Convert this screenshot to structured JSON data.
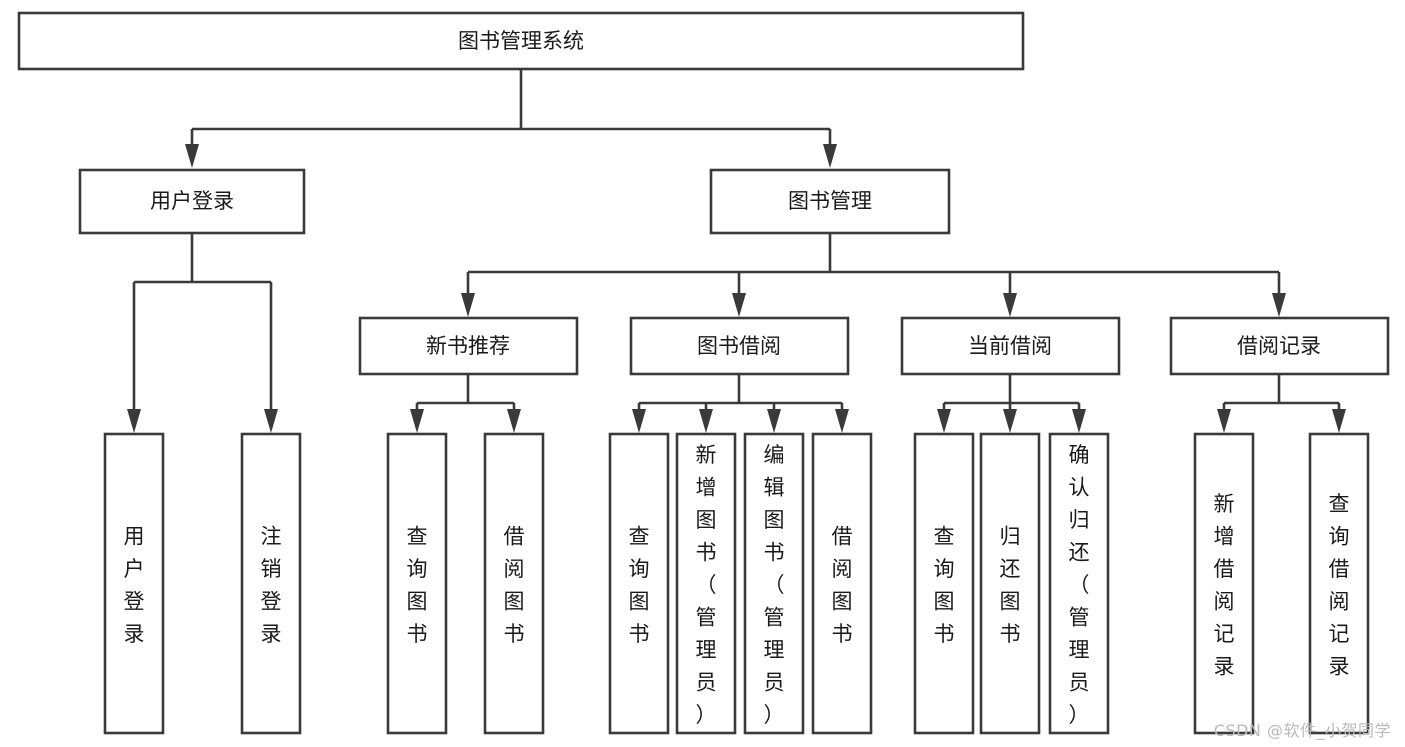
{
  "diagram": {
    "title": "图书管理系统",
    "type": "tree-hierarchy-chart",
    "watermark": "CSDN @软件_小贺同学",
    "colors": {
      "stroke": "#3a3a3a",
      "fill": "#ffffff",
      "text": "#1a1a1a",
      "watermark": "#b9b9b9",
      "background": "#ffffff"
    },
    "nodes": {
      "root": {
        "label": "图书管理系统"
      },
      "level2": [
        {
          "id": "user-login",
          "label": "用户登录"
        },
        {
          "id": "book-manage",
          "label": "图书管理"
        }
      ],
      "level3": [
        {
          "id": "new-book-recommend",
          "label": "新书推荐"
        },
        {
          "id": "book-borrow",
          "label": "图书借阅"
        },
        {
          "id": "current-borrow",
          "label": "当前借阅"
        },
        {
          "id": "borrow-record",
          "label": "借阅记录"
        }
      ],
      "leaves": {
        "user-login": [
          {
            "id": "leaf-user-login",
            "label": "用户登录"
          },
          {
            "id": "leaf-logout-login",
            "label": "注销登录"
          }
        ],
        "new-book-recommend": [
          {
            "id": "leaf-query-book-1",
            "label": "查询图书"
          },
          {
            "id": "leaf-borrow-book-1",
            "label": "借阅图书"
          }
        ],
        "book-borrow": [
          {
            "id": "leaf-query-book-2",
            "label": "查询图书"
          },
          {
            "id": "leaf-add-book",
            "label": "新增图书（管理员）"
          },
          {
            "id": "leaf-edit-book",
            "label": "编辑图书（管理员）"
          },
          {
            "id": "leaf-borrow-book-2",
            "label": "借阅图书"
          }
        ],
        "current-borrow": [
          {
            "id": "leaf-query-book-3",
            "label": "查询图书"
          },
          {
            "id": "leaf-return-book",
            "label": "归还图书"
          },
          {
            "id": "leaf-confirm-return",
            "label": "确认归还（管理员）"
          }
        ],
        "borrow-record": [
          {
            "id": "leaf-add-record",
            "label": "新增借阅记录"
          },
          {
            "id": "leaf-query-record",
            "label": "查询借阅记录"
          }
        ]
      }
    }
  }
}
